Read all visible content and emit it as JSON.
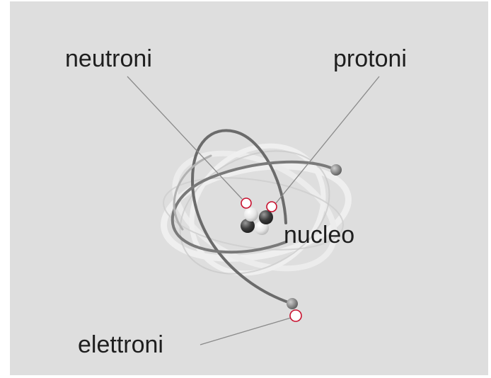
{
  "labels": {
    "neutrons": "neutroni",
    "protons": "protoni",
    "nucleus": "nucleo",
    "electrons": "elettroni"
  },
  "colors": {
    "background": "#dedede",
    "orbit": "#6f6f6f",
    "leader_line": "#8a8a8a",
    "marker_outline": "#c8102e",
    "label_text": "#1e1e1e"
  }
}
